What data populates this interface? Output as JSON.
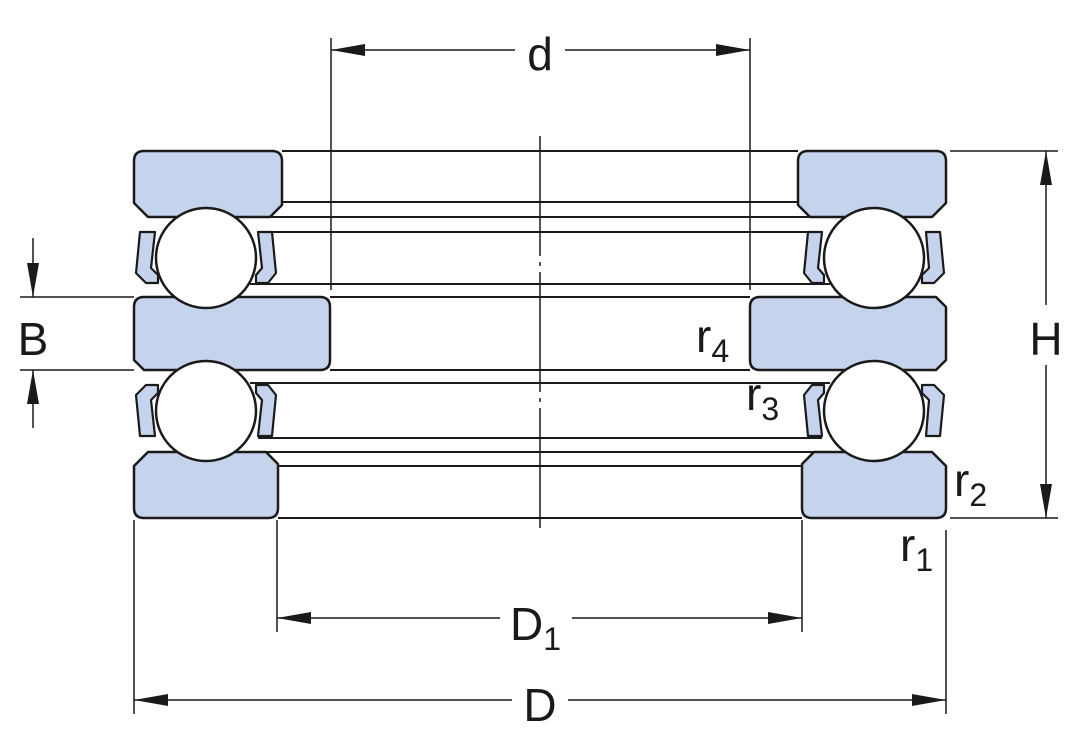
{
  "labels": {
    "d": "d",
    "B": "B",
    "H": "H",
    "r4_main": "r",
    "r4_sub": "4",
    "r3_main": "r",
    "r3_sub": "3",
    "r2_main": "r",
    "r2_sub": "2",
    "r1_main": "r",
    "r1_sub": "1",
    "D1_main": "D",
    "D1_sub": "1",
    "D": "D"
  },
  "colors": {
    "ring_fill": "#c6d3ec",
    "outline": "#1a1a1a",
    "ball_fill": "#ffffff"
  }
}
